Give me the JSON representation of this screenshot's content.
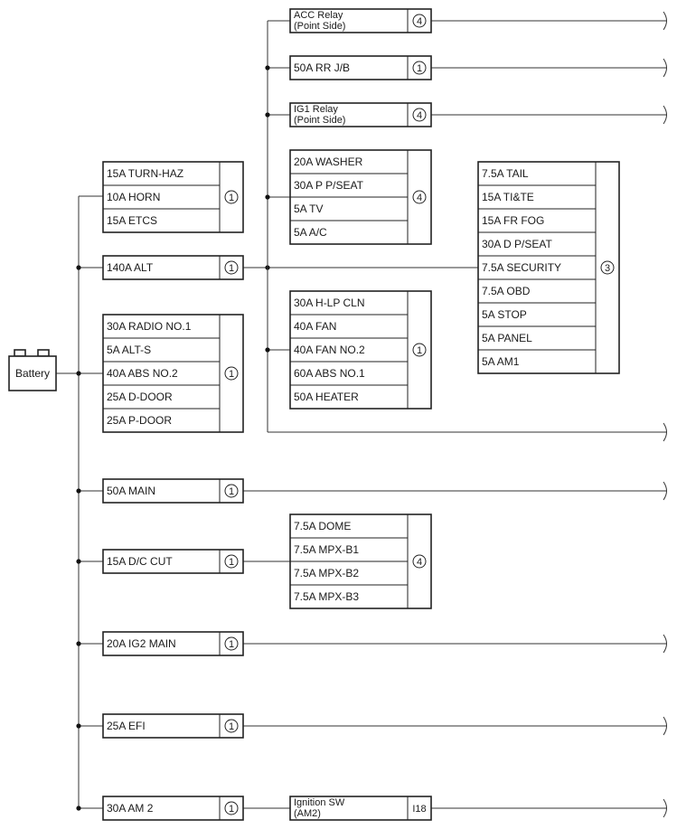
{
  "battery": {
    "label": "Battery"
  },
  "groups": [
    {
      "id": "g1",
      "num": "1",
      "items": [
        "15A TURN-HAZ",
        "10A HORN",
        "15A ETCS"
      ]
    },
    {
      "id": "g2",
      "num": "1",
      "items": [
        "140A ALT"
      ]
    },
    {
      "id": "g3",
      "num": "1",
      "items": [
        "30A RADIO NO.1",
        "5A ALT-S",
        "40A ABS NO.2",
        "25A D-DOOR",
        "25A P-DOOR"
      ]
    },
    {
      "id": "g4",
      "num": "1",
      "items": [
        "50A MAIN"
      ]
    },
    {
      "id": "g5",
      "num": "1",
      "items": [
        "15A D/C CUT"
      ]
    },
    {
      "id": "g6",
      "num": "1",
      "items": [
        "20A IG2 MAIN"
      ]
    },
    {
      "id": "g7",
      "num": "1",
      "items": [
        "25A EFI"
      ]
    },
    {
      "id": "g8",
      "num": "1",
      "items": [
        "30A AM 2"
      ]
    },
    {
      "id": "g9",
      "num": "4",
      "items": [
        "ACC Relay\n(Point Side)"
      ]
    },
    {
      "id": "g10",
      "num": "1",
      "items": [
        "50A RR J/B"
      ]
    },
    {
      "id": "g11",
      "num": "4",
      "items": [
        "IG1 Relay\n(Point Side)"
      ]
    },
    {
      "id": "g12",
      "num": "4",
      "items": [
        "20A WASHER",
        "30A P P/SEAT",
        "5A TV",
        "5A A/C"
      ]
    },
    {
      "id": "g13",
      "num": "1",
      "items": [
        "30A H-LP CLN",
        "40A FAN",
        "40A FAN NO.2",
        "60A ABS NO.1",
        "50A HEATER"
      ]
    },
    {
      "id": "g14",
      "num": "4",
      "items": [
        "7.5A DOME",
        "7.5A MPX-B1",
        "7.5A MPX-B2",
        "7.5A MPX-B3"
      ]
    },
    {
      "id": "g15",
      "num": "I18",
      "items": [
        "Ignition SW\n(AM2)"
      ]
    },
    {
      "id": "g16",
      "num": "3",
      "items": [
        "7.5A TAIL",
        "15A TI&TE",
        "15A FR FOG",
        "30A D P/SEAT",
        "7.5A SECURITY",
        "7.5A OBD",
        "5A STOP",
        "5A PANEL",
        "5A AM1"
      ]
    }
  ]
}
